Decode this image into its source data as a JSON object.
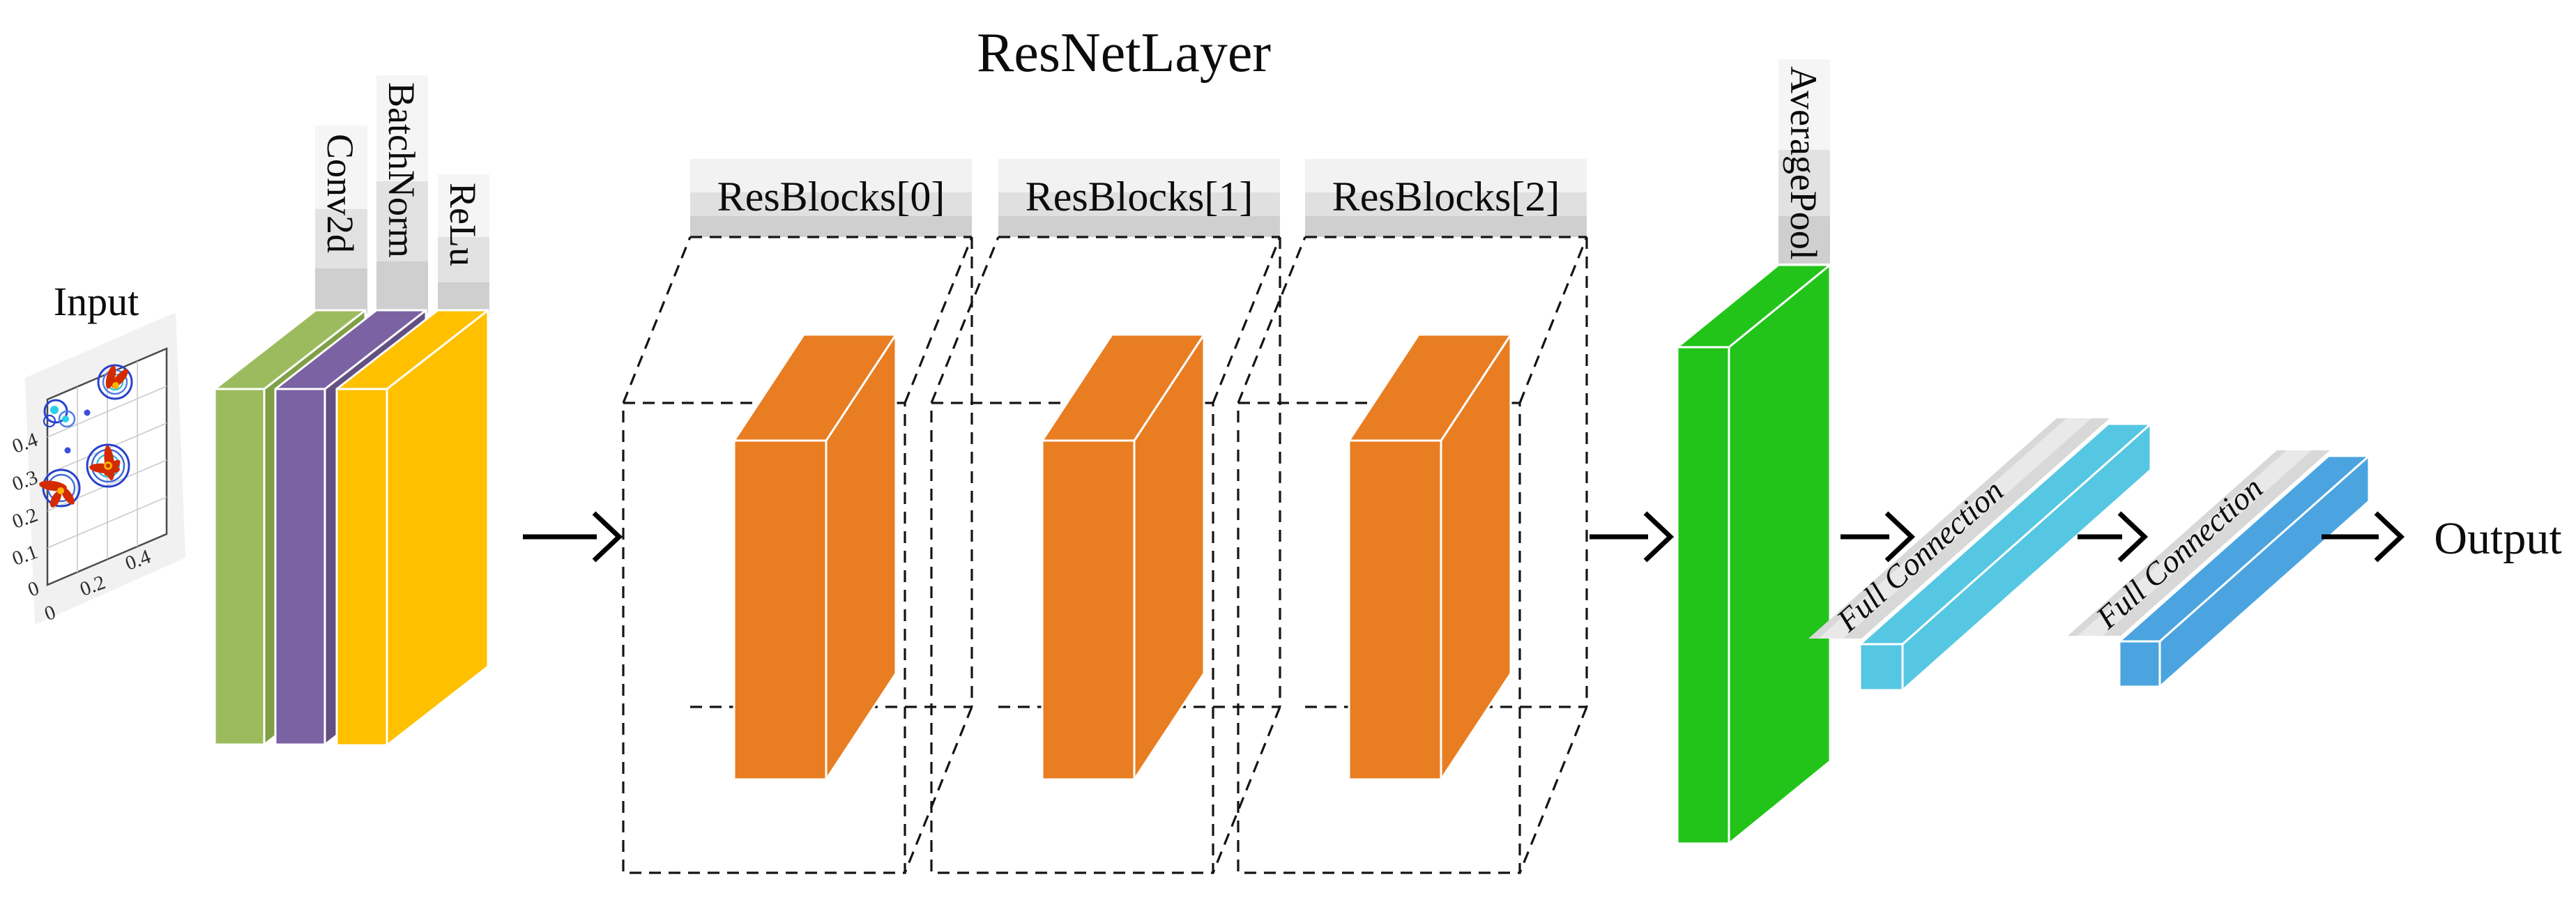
{
  "diagram": {
    "title": "ResNetLayer",
    "input": {
      "label": "Input",
      "plot": {
        "y_ticks": [
          "0.4",
          "0.3",
          "0.2",
          "0.1",
          "0"
        ],
        "x_ticks": [
          "0",
          "0.2",
          "0.4"
        ]
      }
    },
    "stem": [
      {
        "label": "Conv2d",
        "color": "#9CBB5E"
      },
      {
        "label": "BatchNorm",
        "color": "#7B62A3"
      },
      {
        "label": "ReLu",
        "color": "#FFC000"
      }
    ],
    "resnet": {
      "blocks": [
        {
          "label": "ResBlocks[0]"
        },
        {
          "label": "ResBlocks[1]"
        },
        {
          "label": "ResBlocks[2]"
        }
      ],
      "block_color": "#E87D22"
    },
    "avgpool": {
      "label": "AveragePool",
      "color": "#22C41A"
    },
    "fc": [
      {
        "label": "Full Connection",
        "color": "#55C7E2"
      },
      {
        "label": "Full Connection",
        "color": "#4BA4E0"
      }
    ],
    "output": {
      "label": "Output"
    }
  }
}
